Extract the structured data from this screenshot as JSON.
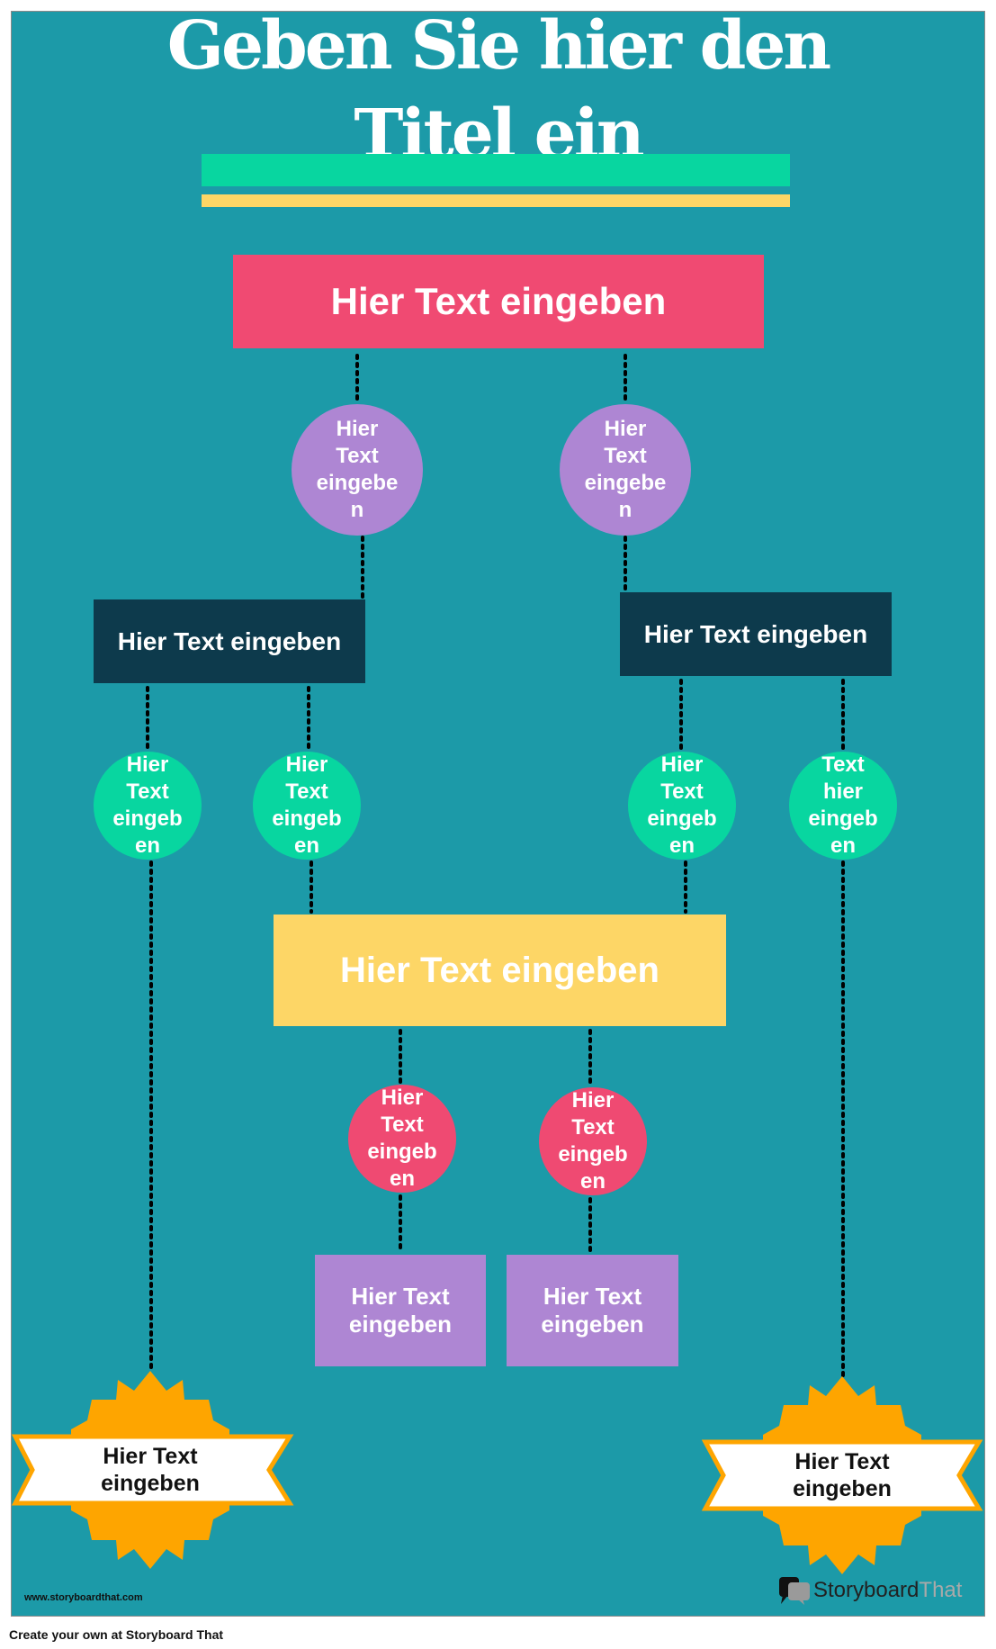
{
  "title": {
    "line1": "Geben Sie hier den",
    "line2": "Titel ein"
  },
  "colors": {
    "background": "#1c9aa8",
    "green": "#08d6a0",
    "yellow": "#fdd666",
    "pink": "#f04a72",
    "purple": "#ae86d3",
    "dark": "#0d3a4c",
    "orange": "#fea500"
  },
  "top_box": "Hier Text eingeben",
  "purple_circles": [
    "Hier\nText\neingebe\nn",
    "Hier\nText\neingebe\nn"
  ],
  "dark_boxes": [
    "Hier Text eingeben",
    "Hier Text eingeben"
  ],
  "green_circles": [
    "Hier\nText\neingeb\nen",
    "Hier\nText\neingeb\nen",
    "Hier\nText\neingeb\nen",
    "Text\nhier\neingeb\nen"
  ],
  "yellow_box": "Hier Text eingeben",
  "red_circles": [
    "Hier\nText\neingeb\nen",
    "Hier\nText\neingeb\nen"
  ],
  "purple_boxes": [
    "Hier Text\neingeben",
    "Hier Text\neingeben"
  ],
  "badges": [
    "Hier Text\neingeben",
    "Hier Text\neingeben"
  ],
  "footer": {
    "url": "www.storyboardthat.com",
    "logo_dark": "Storyboard",
    "logo_light": "That",
    "credit": "Create your own at Storyboard That"
  }
}
